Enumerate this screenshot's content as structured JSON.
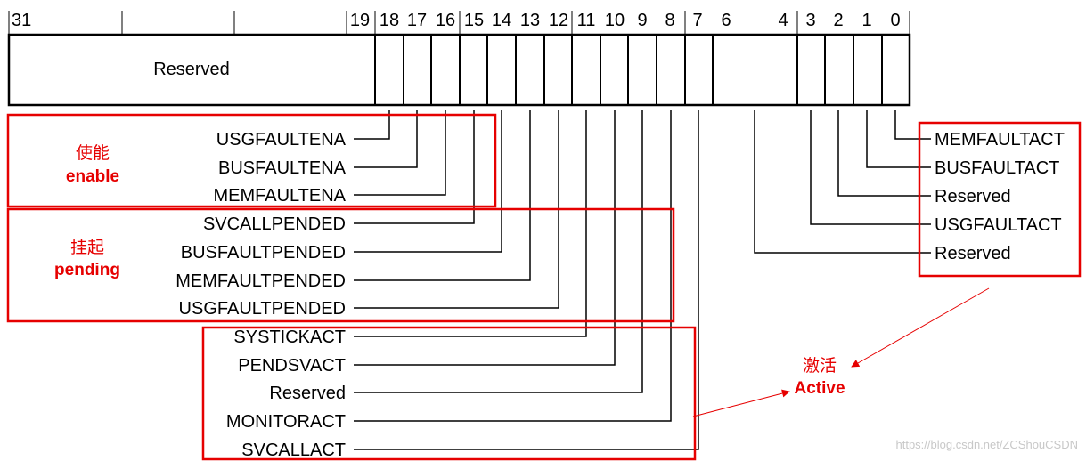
{
  "bit_numbers": [
    "31",
    "19",
    "18",
    "17",
    "16",
    "15",
    "14",
    "13",
    "12",
    "11",
    "10",
    "9",
    "8",
    "7",
    "6",
    "4",
    "3",
    "2",
    "1",
    "0"
  ],
  "reserved_block_label": "Reserved",
  "left_fields": [
    {
      "bit": "18",
      "label": "USGFAULTENA"
    },
    {
      "bit": "17",
      "label": "BUSFAULTENA"
    },
    {
      "bit": "16",
      "label": "MEMFAULTENA"
    },
    {
      "bit": "15",
      "label": "SVCALLPENDED"
    },
    {
      "bit": "14",
      "label": "BUSFAULTPENDED"
    },
    {
      "bit": "13",
      "label": "MEMFAULTPENDED"
    },
    {
      "bit": "12",
      "label": "USGFAULTPENDED"
    },
    {
      "bit": "11",
      "label": "SYSTICKACT"
    },
    {
      "bit": "10",
      "label": "PENDSVACT"
    },
    {
      "bit": "9",
      "label": "Reserved"
    },
    {
      "bit": "8",
      "label": "MONITORACT"
    },
    {
      "bit": "7",
      "label": "SVCALLACT"
    }
  ],
  "right_fields": [
    {
      "bit": "0",
      "label": "MEMFAULTACT"
    },
    {
      "bit": "1",
      "label": "BUSFAULTACT"
    },
    {
      "bit": "2",
      "label": "Reserved"
    },
    {
      "bit": "3",
      "label": "USGFAULTACT"
    },
    {
      "bit": "4",
      "label": "Reserved"
    }
  ],
  "groups": {
    "enable": {
      "cn": "使能",
      "en": "enable"
    },
    "pending": {
      "cn": "挂起",
      "en": "pending"
    },
    "active": {
      "cn": "激活",
      "en": "Active"
    }
  },
  "watermark": "https://blog.csdn.net/ZCShouCSDN",
  "colors": {
    "annotation": "#e60000",
    "line": "#000000",
    "watermark": "#c8c8c8"
  }
}
